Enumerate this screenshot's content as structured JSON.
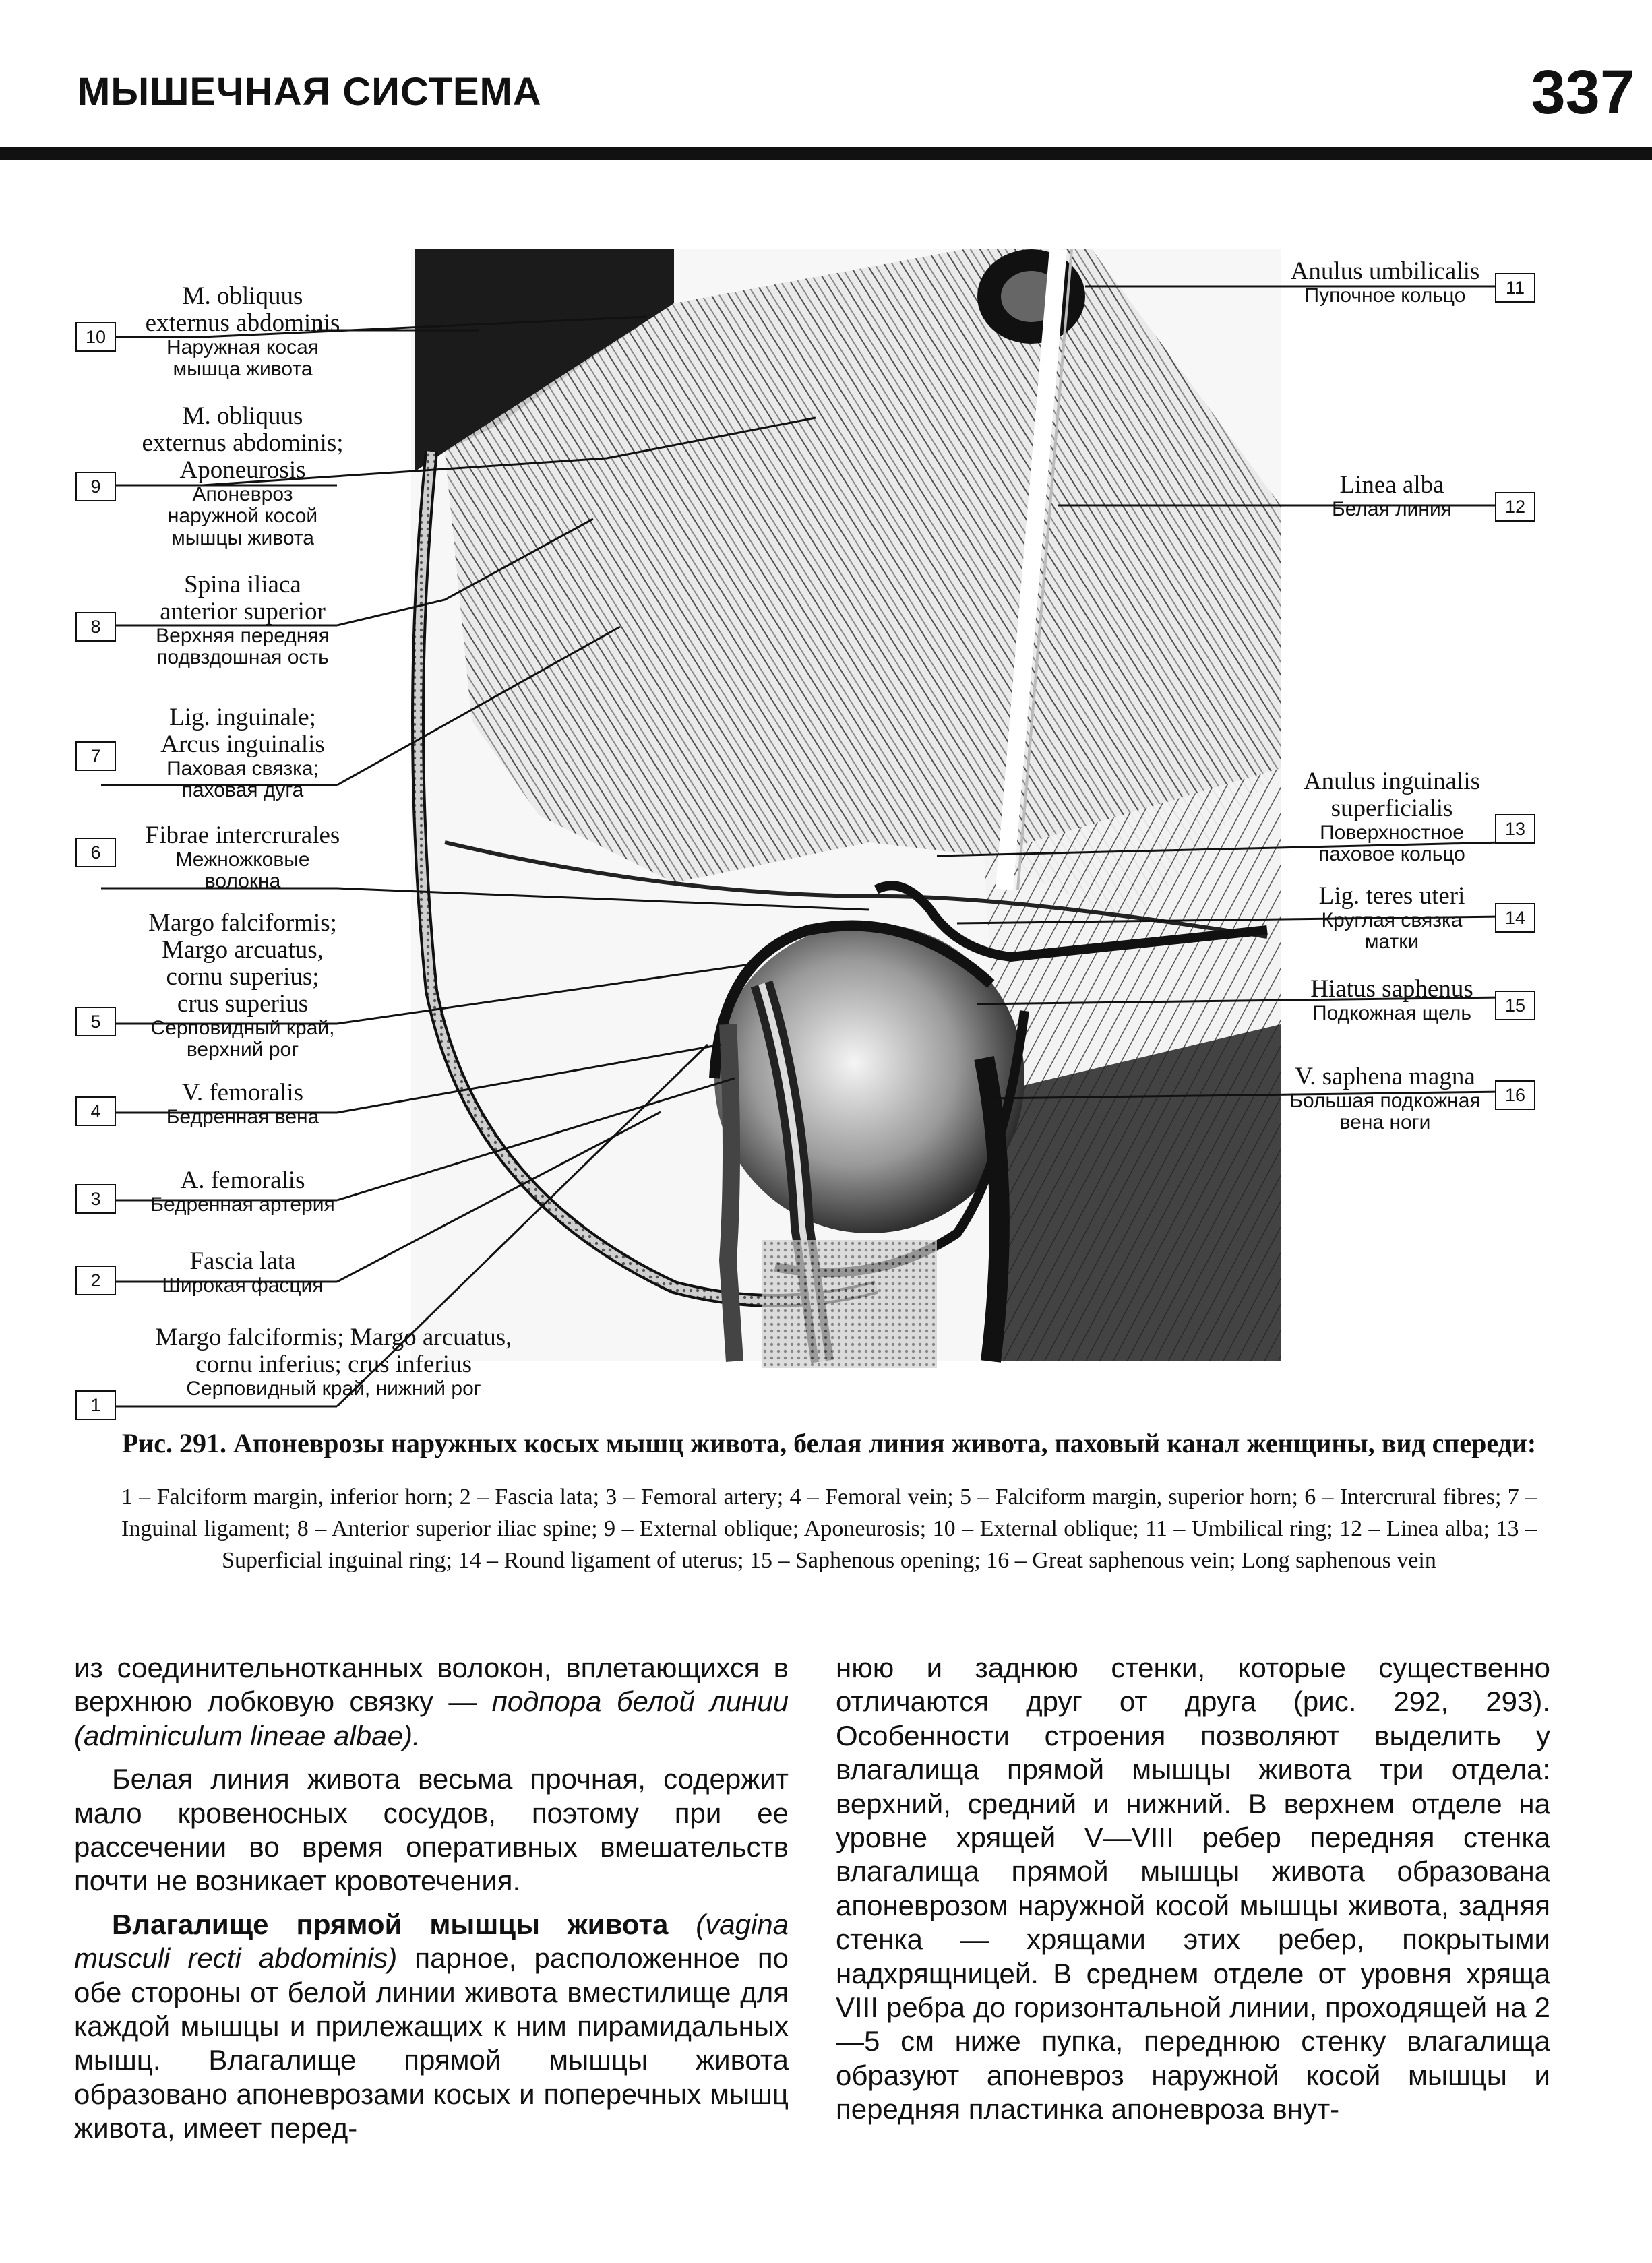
{
  "header": {
    "section_title": "МЫШЕЧНАЯ СИСТЕМА",
    "page_number": "337"
  },
  "figure": {
    "labels_left": [
      {
        "number": "10",
        "latin": [
          "M. obliquus",
          "externus abdominis"
        ],
        "russian": [
          "Наружная косая",
          "мышца живота"
        ]
      },
      {
        "number": "9",
        "latin": [
          "M. obliquus",
          "externus abdominis;",
          "Aponeurosis"
        ],
        "russian": [
          "Апоневроз",
          "наружной косой",
          "мышцы живота"
        ]
      },
      {
        "number": "8",
        "latin": [
          "Spina iliaca",
          "anterior superior"
        ],
        "russian": [
          "Верхняя передняя",
          "подвздошная ость"
        ]
      },
      {
        "number": "7",
        "latin": [
          "Lig. inguinale;",
          "Arcus inguinalis"
        ],
        "russian": [
          "Паховая связка;",
          "паховая дуга"
        ]
      },
      {
        "number": "6",
        "latin": [
          "Fibrae intercrurales"
        ],
        "russian": [
          "Межножковые",
          "волокна"
        ]
      },
      {
        "number": "5",
        "latin": [
          "Margo falciformis;",
          "Margo arcuatus,",
          "cornu superius;",
          "crus superius"
        ],
        "russian": [
          "Серповидный край,",
          "верхний рог"
        ]
      },
      {
        "number": "4",
        "latin": [
          "V. femoralis"
        ],
        "russian": [
          "Бедренная вена"
        ]
      },
      {
        "number": "3",
        "latin": [
          "A. femoralis"
        ],
        "russian": [
          "Бедренная артерия"
        ]
      },
      {
        "number": "2",
        "latin": [
          "Fascia lata"
        ],
        "russian": [
          "Широкая фасция"
        ]
      },
      {
        "number": "1",
        "latin": [
          "Margo falciformis; Margo arcuatus,",
          "cornu inferius; crus inferius"
        ],
        "russian": [
          "Серповидный край, нижний рог"
        ]
      }
    ],
    "labels_right": [
      {
        "number": "11",
        "latin": [
          "Anulus umbilicalis"
        ],
        "russian": [
          "Пупочное кольцо"
        ]
      },
      {
        "number": "12",
        "latin": [
          "Linea alba"
        ],
        "russian": [
          "Белая линия"
        ]
      },
      {
        "number": "13",
        "latin": [
          "Anulus inguinalis",
          "superficialis"
        ],
        "russian": [
          "Поверхностное",
          "паховое кольцо"
        ]
      },
      {
        "number": "14",
        "latin": [
          "Lig. teres uteri"
        ],
        "russian": [
          "Круглая связка",
          "матки"
        ]
      },
      {
        "number": "15",
        "latin": [
          "Hiatus saphenus"
        ],
        "russian": [
          "Подкожная щель"
        ]
      },
      {
        "number": "16",
        "latin": [
          "V. saphena magna"
        ],
        "russian": [
          "Большая подкожная",
          "вена ноги"
        ]
      }
    ]
  },
  "caption": {
    "title": "Рис. 291. Апоневрозы наружных косых мышц живота, белая линия живота, паховый канал женщины, вид спереди:",
    "legend": "1 – Falciform margin, inferior horn; 2 – Fascia lata; 3 – Femoral artery; 4 – Femoral vein; 5 – Falciform margin, superior horn; 6 – Intercrural fibres; 7 – Inguinal ligament; 8 – Anterior superior iliac spine; 9 – External oblique; Aponeurosis; 10 – External oblique; 11 – Umbilical ring; 12 – Linea alba; 13 – Superficial inguinal ring; 14 – Round ligament of uterus; 15 – Saphenous opening; 16 – Great saphenous vein; Long saphenous vein"
  },
  "body": {
    "left": {
      "p1_text": "из соединительнотканных волокон, вплетающихся в верхнюю лобковую связку —",
      "p1_italic": "подпора белой линии (adminiculum lineae albae).",
      "p2": "Белая линия живота весьма прочная, содержит мало кровеносных сосудов, поэтому при ее рассечении во время оперативных вмешательств почти не возникает кровотечения.",
      "p3_bold": "Влагалище прямой мышцы живота",
      "p3_italic": "(vagina musculi recti abdominis)",
      "p3_text": "парное, расположенное по обе стороны от белой линии живота вместилище для каждой мышцы и прилежащих к ним пирамидальных мышц. Влагалище прямой мышцы живота образовано апоневрозами косых и поперечных мышц живота, имеет перед-"
    },
    "right": {
      "p1": "нюю и заднюю стенки, которые существенно отличаются друг от друга (рис. 292, 293). Особенности строения позволяют выделить у влагалища прямой мышцы живота три отдела: верхний, средний и нижний. В верхнем отделе на уровне хрящей V—VIII ребер передняя стенка влагалища прямой мышцы живота образована апоневрозом наружной косой мышцы живота, задняя стенка — хрящами этих ребер, покрытыми надхрящницей. В среднем отделе от уровня хряща VIII ребра до горизонтальной линии, проходящей на 2—5 см ниже пупка, переднюю стенку влагалища образуют апоневроз наружной косой мышцы и передняя пластинка апоневроза внут-"
    }
  }
}
